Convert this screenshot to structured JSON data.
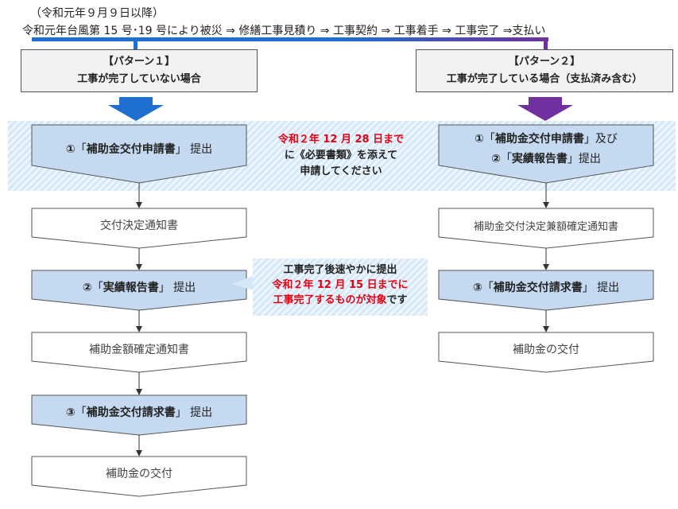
{
  "header": {
    "period": "（令和元年９月９日以降）",
    "process": "令和元年台風第 15 号･19 号により被災 ⇒ 修繕工事見積り ⇒ 工事契約 ⇒ 工事着手 ⇒ 工事完了 ⇒支払い"
  },
  "pattern1": {
    "title": "【パターン１】",
    "subtitle": "工事が完了していない場合",
    "steps": [
      {
        "num": "①",
        "open": "「",
        "doc": "補助金交付申請書",
        "close": "」",
        "suffix": " 提出"
      },
      {
        "text": "交付決定通知書"
      },
      {
        "num": "②",
        "open": "「",
        "doc": "実績報告書",
        "close": "」",
        "suffix": " 提出"
      },
      {
        "text": "補助金額確定通知書"
      },
      {
        "num": "③",
        "open": "「",
        "doc": "補助金交付請求書",
        "close": "」",
        "suffix": " 提出"
      },
      {
        "text": "補助金の交付"
      }
    ]
  },
  "pattern2": {
    "title": "【パターン２】",
    "subtitle": "工事が完了している場合（支払済み含む）",
    "step1_line1": {
      "num": "①",
      "open": "「",
      "doc": "補助金交付申請書",
      "close": "」",
      "suffix": "及び"
    },
    "step1_line2": {
      "num": "②",
      "open": "「",
      "doc": "実績報告書",
      "close": "」",
      "suffix": "提出"
    },
    "steps": [
      {
        "text": "補助金交付決定兼額確定通知書"
      },
      {
        "num": "③",
        "open": "「",
        "doc": "補助金交付請求書",
        "close": "」",
        "suffix": " 提出"
      },
      {
        "text": "補助金の交付"
      }
    ]
  },
  "deadline_note": {
    "line1": "令和２年 12 月 28 日まで",
    "line2": "に《必要書類》を添えて",
    "line3": "申請してください"
  },
  "completion_note": {
    "line1": "工事完了後速やかに提出",
    "line2": "令和２年 12 月 15 日までに",
    "line3a": "工事完了するものが対象",
    "line3b": "です"
  },
  "colors": {
    "blue_arrow": "#1f6fd0",
    "purple_arrow": "#7030a0",
    "box_fill": "#c5daf0",
    "red_text": "#e60012"
  }
}
